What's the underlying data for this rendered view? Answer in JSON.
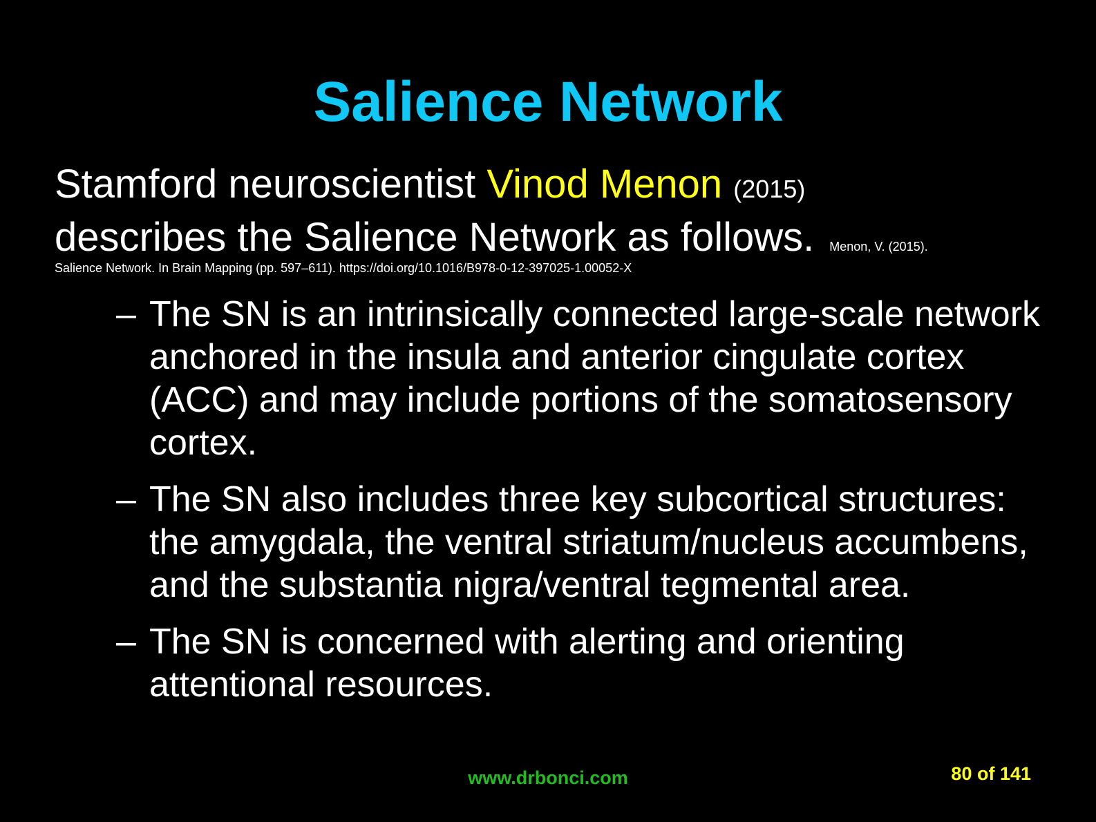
{
  "slide": {
    "title": "Salience Network",
    "intro": {
      "text_before": "Stamford neuroscientist ",
      "highlight_name": "Vinod Menon",
      "year": "(2015)",
      "text_after": "describes the Salience Network as follows.",
      "citation_inline": "Menon, V. (2015).",
      "citation_line": "Salience Network. In Brain Mapping (pp. 597–611). https://doi.org/10.1016/B978-0-12-397025-1.00052-X"
    },
    "bullet_marker": "–",
    "bullets": [
      "The SN is an intrinsically connected large-scale network anchored in the insula and anterior cingulate cortex (ACC) and may include portions of the somatosensory cortex.",
      "The SN also includes three key subcortical structures: the amygdala, the ventral striatum/nucleus accumbens, and the substantia nigra/ventral tegmental area.",
      "The SN is concerned with alerting and orienting attentional resources."
    ],
    "footer": {
      "url": "www.drbonci.com",
      "page_indicator": "80 of 141"
    }
  },
  "colors": {
    "background": "#000000",
    "title": "#0fc8f5",
    "body_text": "#ffffff",
    "highlight": "#ffff1a",
    "footer_url": "#22bb22",
    "page_indicator": "#ffff1a"
  }
}
